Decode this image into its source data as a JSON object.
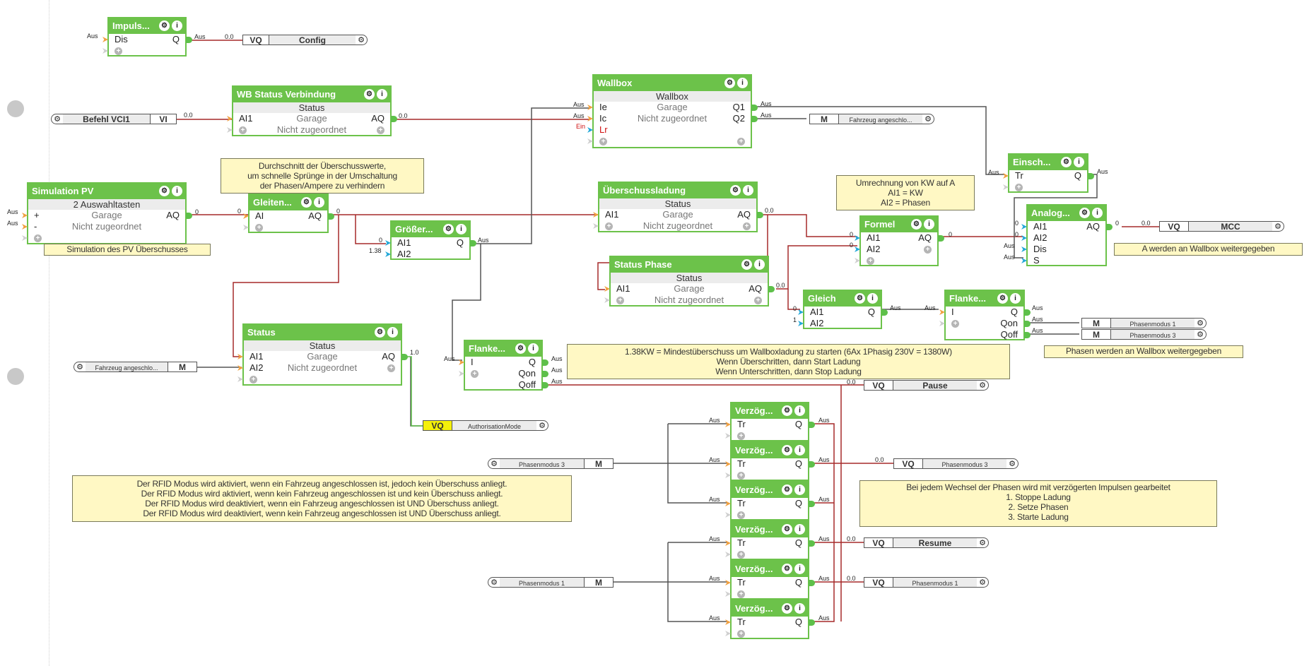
{
  "blocks": {
    "impuls": {
      "title": "Impuls...",
      "inputs": [
        "Dis"
      ],
      "outputs": [
        "Q"
      ],
      "in_vals": [
        "Aus"
      ],
      "out_vals": [
        "Aus"
      ]
    },
    "wb_status": {
      "title": "WB Status Verbindung",
      "sub": "Status",
      "room": "Garage",
      "category": "Nicht zugeordnet",
      "inputs": [
        "AI1"
      ],
      "outputs": [
        "AQ"
      ],
      "in_vals": [
        "0.0"
      ],
      "out_vals": [
        "0.0"
      ]
    },
    "wallbox": {
      "title": "Wallbox",
      "sub": "Wallbox",
      "room": "Garage",
      "category": "Nicht zugeordnet",
      "inputs": [
        "Ie",
        "Ic",
        "Lr"
      ],
      "outputs": [
        "Q1",
        "Q2"
      ],
      "in_vals": [
        "Aus",
        "Aus",
        "Ein"
      ],
      "out_vals": [
        "Aus",
        "Aus"
      ]
    },
    "einsch": {
      "title": "Einsch...",
      "inputs": [
        "Tr"
      ],
      "outputs": [
        "Q"
      ],
      "in_vals": [
        "Aus"
      ],
      "out_vals": [
        "Aus"
      ]
    },
    "simulation_pv": {
      "title": "Simulation PV",
      "sub": "2 Auswahltasten",
      "room": "Garage",
      "category": "Nicht zugeordnet",
      "inputs": [
        "+",
        "-"
      ],
      "outputs": [
        "AQ"
      ],
      "in_vals": [
        "Aus",
        "Aus"
      ],
      "out_vals": [
        "0"
      ]
    },
    "gleiten": {
      "title": "Gleiten...",
      "inputs": [
        "AI"
      ],
      "outputs": [
        "AQ"
      ],
      "in_vals": [
        "0"
      ],
      "out_vals": [
        "0"
      ]
    },
    "groesser": {
      "title": "Größer...",
      "inputs": [
        "AI1",
        "AI2"
      ],
      "outputs": [
        "Q"
      ],
      "in_vals": [
        "0",
        "1.38"
      ],
      "out_vals": [
        "Aus"
      ]
    },
    "ueberschuss": {
      "title": "Überschussladung",
      "sub": "Status",
      "room": "Garage",
      "category": "Nicht zugeordnet",
      "inputs": [
        "AI1"
      ],
      "outputs": [
        "AQ"
      ],
      "out_vals": [
        "0.0"
      ]
    },
    "status_phase": {
      "title": "Status Phase",
      "sub": "Status",
      "room": "Garage",
      "category": "Nicht zugeordnet",
      "inputs": [
        "AI1"
      ],
      "outputs": [
        "AQ"
      ],
      "out_vals": [
        "0.0"
      ]
    },
    "formel": {
      "title": "Formel",
      "inputs": [
        "AI1",
        "AI2"
      ],
      "outputs": [
        "AQ"
      ],
      "in_vals": [
        "0",
        "0"
      ],
      "out_vals": [
        "0"
      ]
    },
    "analog": {
      "title": "Analog...",
      "inputs": [
        "AI1",
        "AI2",
        "Dis",
        "S"
      ],
      "outputs": [
        "AQ"
      ],
      "in_vals": [
        "0",
        "0",
        "Aus",
        "Aus"
      ],
      "out_vals": [
        "0"
      ]
    },
    "gleich": {
      "title": "Gleich",
      "inputs": [
        "AI1",
        "AI2"
      ],
      "outputs": [
        "Q"
      ],
      "in_vals": [
        "0",
        "1"
      ],
      "out_vals": [
        "Aus"
      ]
    },
    "flanke1": {
      "title": "Flanke...",
      "inputs": [
        "I"
      ],
      "outputs": [
        "Q",
        "Qon",
        "Qoff"
      ],
      "in_vals": [
        "Aus"
      ],
      "out_vals": [
        "Aus",
        "Aus",
        "Aus"
      ]
    },
    "status": {
      "title": "Status",
      "sub": "Status",
      "room": "Garage",
      "category": "Nicht zugeordnet",
      "inputs": [
        "AI1",
        "AI2"
      ],
      "outputs": [
        "AQ"
      ],
      "out_vals": [
        "1.0"
      ]
    },
    "flanke2": {
      "title": "Flanke...",
      "inputs": [
        "I"
      ],
      "outputs": [
        "Q",
        "Qon",
        "Qoff"
      ],
      "in_vals": [
        "Aus"
      ],
      "out_vals": [
        "Aus",
        "Aus",
        "Aus"
      ]
    },
    "verzoeg": [
      {
        "title": "Verzög...",
        "input": "Tr",
        "output": "Q",
        "in_val": "Aus",
        "out_val": "Aus"
      },
      {
        "title": "Verzög...",
        "input": "Tr",
        "output": "Q",
        "in_val": "Aus",
        "out_val": "Aus"
      },
      {
        "title": "Verzög...",
        "input": "Tr",
        "output": "Q",
        "in_val": "Aus",
        "out_val": "Aus"
      },
      {
        "title": "Verzög...",
        "input": "Tr",
        "output": "Q",
        "in_val": "Aus",
        "out_val": "Aus"
      },
      {
        "title": "Verzög...",
        "input": "Tr",
        "output": "Q",
        "in_val": "Aus",
        "out_val": "Aus"
      },
      {
        "title": "Verzög...",
        "input": "Tr",
        "output": "Q",
        "in_val": "Aus",
        "out_val": "Aus"
      }
    ]
  },
  "io": {
    "vq_config": {
      "tag": "VQ",
      "name": "Config",
      "in_val": "0.0"
    },
    "vi_befehl": {
      "tag": "VI",
      "name": "Befehl VCI1"
    },
    "m_fahrzeug_out": {
      "tag": "M",
      "name": "Fahrzeug angeschlo..."
    },
    "vq_mcc": {
      "tag": "VQ",
      "name": "MCC",
      "in_val": "0.0"
    },
    "m_phasen1": {
      "tag": "M",
      "name": "Phasenmodus 1"
    },
    "m_phasen3": {
      "tag": "M",
      "name": "Phasenmodus 3"
    },
    "m_fahrzeug_in": {
      "tag": "M",
      "name": "Fahrzeug angeschlo..."
    },
    "vq_pause": {
      "tag": "VQ",
      "name": "Pause",
      "in_val": "0.0"
    },
    "vq_auth": {
      "tag": "VQ",
      "name": "AuthorisationMode"
    },
    "m_phasen3_in": {
      "tag": "M",
      "name": "Phasenmodus 3"
    },
    "vq_phasen3": {
      "tag": "VQ",
      "name": "Phasenmodus 3",
      "in_val": "0.0"
    },
    "vq_resume": {
      "tag": "VQ",
      "name": "Resume",
      "in_val": "0.0"
    },
    "m_phasen1_in": {
      "tag": "M",
      "name": "Phasenmodus 1"
    },
    "vq_phasen1": {
      "tag": "VQ",
      "name": "Phasenmodus 1",
      "in_val": "0.0"
    }
  },
  "notes": {
    "durchschnitt": [
      "Durchschnitt der Überschusswerte,",
      "um schnelle Sprünge in der Umschaltung",
      "der Phasen/Ampere zu verhindern"
    ],
    "simulation": [
      "Simulation des PV Überschusses"
    ],
    "umrechnung": [
      "Umrechnung von KW auf A",
      "AI1 = KW",
      "AI2 = Phasen"
    ],
    "a_weiter": [
      "A werden an Wallbox weitergegeben"
    ],
    "phasen_weiter": [
      "Phasen werden an Wallbox weitergegeben"
    ],
    "mindest": [
      "1.38KW = Mindestüberschuss um Wallboxladung zu starten (6Ax 1Phasig 230V = 1380W)",
      "Wenn Überschritten, dann Start Ladung",
      "Wenn Unterschritten, dann Stop Ladung"
    ],
    "rfid": [
      "Der RFID Modus wird aktiviert, wenn ein Fahrzeug angeschlossen ist, jedoch kein Überschuss anliegt.",
      "Der RFID Modus wird aktiviert, wenn kein Fahrzeug angeschlossen ist und kein Überschuss anliegt.",
      "Der RFID Modus wird deaktiviert, wenn ein Fahrzeug angeschlossen ist UND Überschuss anliegt.",
      "Der RFID Modus wird deaktiviert, wenn kein Fahrzeug angeschlossen ist UND Überschuss anliegt."
    ],
    "wechsel": [
      "Bei jedem Wechsel der Phasen wird mit verzögerten Impulsen gearbeitet",
      "1. Stoppe Ladung",
      "2. Setze Phasen",
      "3. Starte Ladung"
    ]
  },
  "icons": {
    "gear": "⚙",
    "info": "i",
    "plus": "+"
  },
  "colors": {
    "block_green": "#6cc24a",
    "wire_red": "#a52a2a",
    "wire_gray": "#555555",
    "note_bg": "#fff8c4",
    "pin_orange": "#f0a040",
    "pin_blue": "#22a8d8"
  }
}
